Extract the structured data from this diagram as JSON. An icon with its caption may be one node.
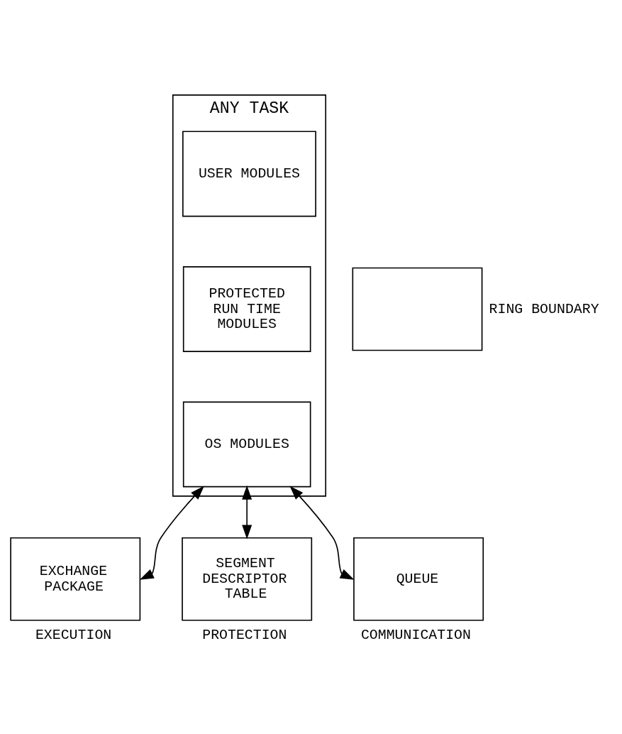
{
  "diagram": {
    "nodes": [
      {
        "text": [
          "ANY TASK"
        ]
      },
      {
        "text": [
          "USER MODULES"
        ],
        "in": 0
      },
      {
        "text": [
          "PROTECTED RUN TIME MODULES"
        ],
        "in": 0
      },
      {
        "text": [
          "OS MODULES"
        ],
        "in": 0
      },
      {
        "text": [],
        "shape": "box",
        "beside": [
          "RING BOUNDARY"
        ]
      },
      {
        "text": [
          "EXCHANGE PACKAGE"
        ],
        "beside": [
          "EXECUTION"
        ]
      },
      {
        "text": [
          "SEGMENT DESCRIPTOR TABLE"
        ],
        "beside": [
          "PROTECTION"
        ]
      },
      {
        "text": [
          "QUEUE"
        ],
        "beside": [
          "COMMUNICATION"
        ]
      }
    ],
    "edges": [
      {
        "from": 3,
        "to": 5,
        "arrow": "both"
      },
      {
        "from": 3,
        "to": 6,
        "arrow": "both"
      },
      {
        "from": 3,
        "to": 7,
        "arrow": "both"
      }
    ]
  }
}
